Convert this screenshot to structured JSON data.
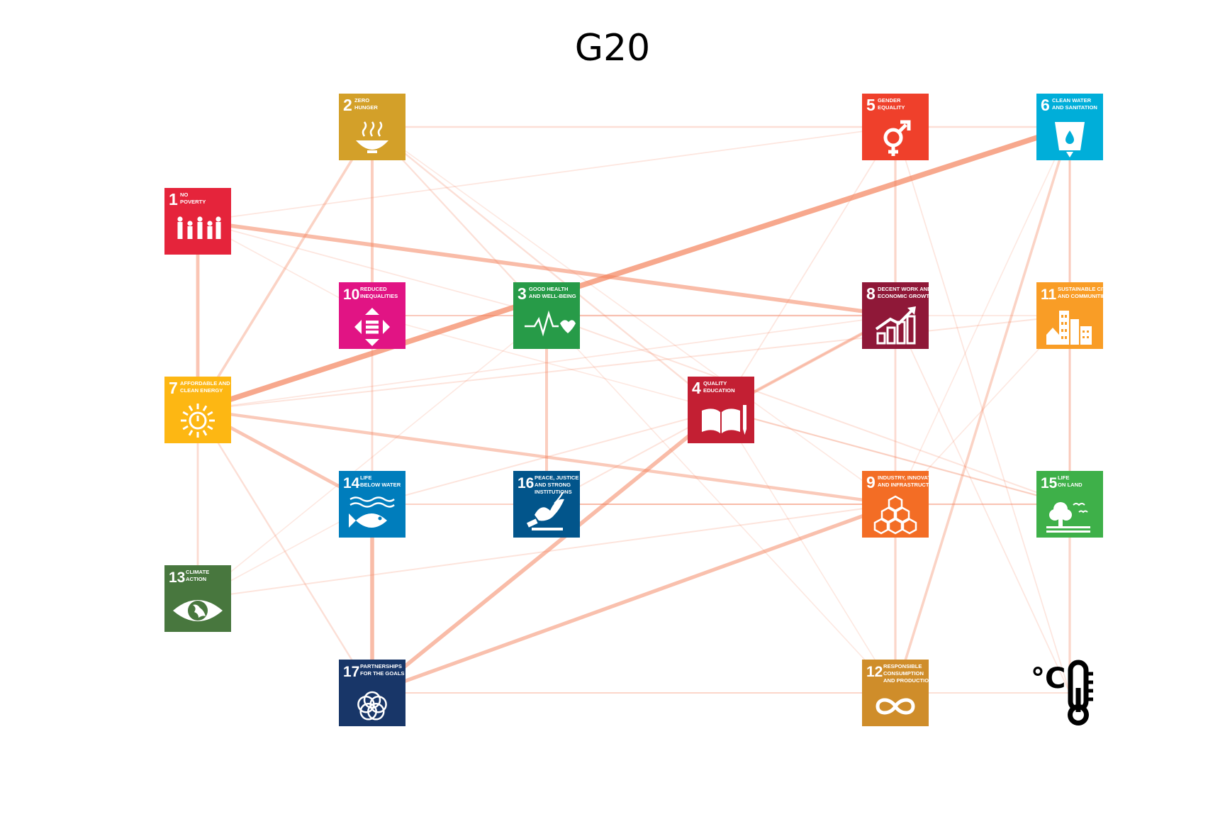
{
  "title": "G20",
  "nodes": [
    {
      "id": "g1",
      "num": "1",
      "label": [
        "NO",
        "POVERTY"
      ],
      "color": "#E5243B",
      "icon": "family-icon"
    },
    {
      "id": "g2",
      "num": "2",
      "label": [
        "ZERO",
        "HUNGER"
      ],
      "color": "#D3A029",
      "icon": "bowl-icon"
    },
    {
      "id": "g3",
      "num": "3",
      "label": [
        "GOOD HEALTH",
        "AND WELL-BEING"
      ],
      "color": "#279B48",
      "icon": "heartbeat-icon"
    },
    {
      "id": "g4",
      "num": "4",
      "label": [
        "QUALITY",
        "EDUCATION"
      ],
      "color": "#C31F33",
      "icon": "book-icon"
    },
    {
      "id": "g5",
      "num": "5",
      "label": [
        "GENDER",
        "EQUALITY"
      ],
      "color": "#EF402B",
      "icon": "gender-icon"
    },
    {
      "id": "g6",
      "num": "6",
      "label": [
        "CLEAN WATER",
        "AND SANITATION"
      ],
      "color": "#00AED9",
      "icon": "water-icon"
    },
    {
      "id": "g7",
      "num": "7",
      "label": [
        "AFFORDABLE AND",
        "CLEAN ENERGY"
      ],
      "color": "#FDB713",
      "icon": "sun-icon"
    },
    {
      "id": "g8",
      "num": "8",
      "label": [
        "DECENT WORK AND",
        "ECONOMIC GROWTH"
      ],
      "color": "#8F1838",
      "icon": "growth-chart-icon"
    },
    {
      "id": "g9",
      "num": "9",
      "label": [
        "INDUSTRY, INNOVATION",
        "AND INFRASTRUCTURE"
      ],
      "color": "#F36D25",
      "icon": "cubes-icon"
    },
    {
      "id": "g10",
      "num": "10",
      "label": [
        "REDUCED",
        "INEQUALITIES"
      ],
      "color": "#E11484",
      "icon": "arrows-icon"
    },
    {
      "id": "g11",
      "num": "11",
      "label": [
        "SUSTAINABLE CITIES",
        "AND COMMUNITIES"
      ],
      "color": "#F99D26",
      "icon": "city-icon"
    },
    {
      "id": "g12",
      "num": "12",
      "label": [
        "RESPONSIBLE",
        "CONSUMPTION",
        "AND PRODUCTION"
      ],
      "color": "#CF8D2A",
      "icon": "infinity-icon"
    },
    {
      "id": "g13",
      "num": "13",
      "label": [
        "CLIMATE",
        "ACTION"
      ],
      "color": "#48773E",
      "icon": "eye-globe-icon"
    },
    {
      "id": "g14",
      "num": "14",
      "label": [
        "LIFE",
        "BELOW WATER"
      ],
      "color": "#007DBC",
      "icon": "fish-icon"
    },
    {
      "id": "g15",
      "num": "15",
      "label": [
        "LIFE",
        "ON LAND"
      ],
      "color": "#3EB049",
      "icon": "tree-icon"
    },
    {
      "id": "g16",
      "num": "16",
      "label": [
        "PEACE, JUSTICE",
        "AND STRONG",
        "INSTITUTIONS"
      ],
      "color": "#02558B",
      "icon": "dove-icon"
    },
    {
      "id": "g17",
      "num": "17",
      "label": [
        "PARTNERSHIPS",
        "FOR THE GOALS"
      ],
      "color": "#183668",
      "icon": "flower-icon"
    },
    {
      "id": "temp",
      "num": "",
      "label": [
        "°C"
      ],
      "color": "#000000",
      "icon": "thermometer-icon"
    }
  ],
  "edges": [
    [
      "g6",
      "g7",
      0.85
    ],
    [
      "g1",
      "g8",
      0.6
    ],
    [
      "g4",
      "g17",
      0.6
    ],
    [
      "g9",
      "g17",
      0.55
    ],
    [
      "g14",
      "g17",
      0.6
    ],
    [
      "g1",
      "g7",
      0.5
    ],
    [
      "g7",
      "g14",
      0.5
    ],
    [
      "g7",
      "g9",
      0.45
    ],
    [
      "g4",
      "g8",
      0.45
    ],
    [
      "g2",
      "g10",
      0.4
    ],
    [
      "g3",
      "g16",
      0.4
    ],
    [
      "g2",
      "g7",
      0.35
    ],
    [
      "g6",
      "g12",
      0.35
    ],
    [
      "g6",
      "g11",
      0.3
    ],
    [
      "g15",
      "temp",
      0.3
    ],
    [
      "g5",
      "g8",
      0.3
    ],
    [
      "g11",
      "g15",
      0.3
    ],
    [
      "g9",
      "g12",
      0.3
    ],
    [
      "g8",
      "g9",
      0.25
    ],
    [
      "g10",
      "g14",
      0.25
    ],
    [
      "g7",
      "g13",
      0.25
    ],
    [
      "g2",
      "g5",
      0.2
    ],
    [
      "g5",
      "g6",
      0.2
    ],
    [
      "g7",
      "g17",
      0.2
    ],
    [
      "g3",
      "g8",
      0.2
    ],
    [
      "g4",
      "g15",
      0.2
    ],
    [
      "g2",
      "g4",
      0.2
    ],
    [
      "g2",
      "g3",
      0.18
    ],
    [
      "g9",
      "g15",
      0.18
    ],
    [
      "g14",
      "g9",
      0.15
    ],
    [
      "g17",
      "g12",
      0.15
    ],
    [
      "g1",
      "g5",
      0.12
    ],
    [
      "g10",
      "g11",
      0.12
    ],
    [
      "g13",
      "g9",
      0.15
    ],
    [
      "g16",
      "g8",
      0.15
    ],
    [
      "g7",
      "g11",
      0.15
    ],
    [
      "g14",
      "g4",
      0.15
    ],
    [
      "g3",
      "g15",
      0.15
    ],
    [
      "g10",
      "g8",
      0.12
    ],
    [
      "g1",
      "g3",
      0.12
    ],
    [
      "g16",
      "g9",
      0.12
    ],
    [
      "g8",
      "temp",
      0.12
    ],
    [
      "g14",
      "g15",
      0.12
    ],
    [
      "g5",
      "temp",
      0.12
    ],
    [
      "g13",
      "g3",
      0.1
    ],
    [
      "g10",
      "g15",
      0.1
    ],
    [
      "g1",
      "g10",
      0.1
    ],
    [
      "g2",
      "g9",
      0.1
    ],
    [
      "g5",
      "g4",
      0.12
    ],
    [
      "g6",
      "g15",
      0.1
    ],
    [
      "g12",
      "temp",
      0.1
    ],
    [
      "g3",
      "g12",
      0.1
    ],
    [
      "g16",
      "g15",
      0.1
    ],
    [
      "g17",
      "temp",
      0.08
    ],
    [
      "g7",
      "g8",
      0.12
    ],
    [
      "g10",
      "g3",
      0.1
    ],
    [
      "g13",
      "g14",
      0.1
    ],
    [
      "g4",
      "g12",
      0.1
    ],
    [
      "g9",
      "g11",
      0.1
    ],
    [
      "g6",
      "g9",
      0.1
    ]
  ]
}
